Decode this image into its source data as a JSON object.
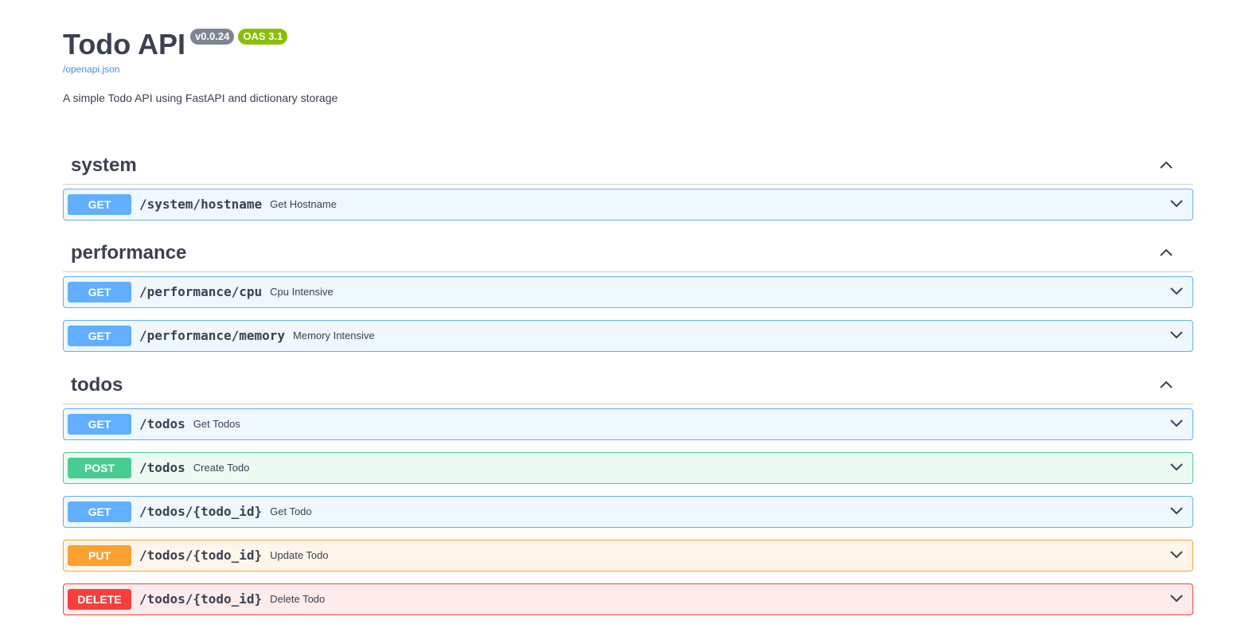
{
  "header": {
    "title": "Todo API",
    "version_badge": "v0.0.24",
    "oas_badge": "OAS 3.1",
    "spec_link": "/openapi.json",
    "description": "A simple Todo API using FastAPI and dictionary storage"
  },
  "colors": {
    "get": "#61affe",
    "post": "#49cc90",
    "put": "#fca130",
    "delete": "#f93e3e"
  },
  "tags": [
    {
      "name": "system",
      "operations": [
        {
          "method": "GET",
          "path": "/system/hostname",
          "summary": "Get Hostname"
        }
      ]
    },
    {
      "name": "performance",
      "operations": [
        {
          "method": "GET",
          "path": "/performance/cpu",
          "summary": "Cpu Intensive"
        },
        {
          "method": "GET",
          "path": "/performance/memory",
          "summary": "Memory Intensive"
        }
      ]
    },
    {
      "name": "todos",
      "operations": [
        {
          "method": "GET",
          "path": "/todos",
          "summary": "Get Todos"
        },
        {
          "method": "POST",
          "path": "/todos",
          "summary": "Create Todo"
        },
        {
          "method": "GET",
          "path": "/todos/{todo_id}",
          "summary": "Get Todo"
        },
        {
          "method": "PUT",
          "path": "/todos/{todo_id}",
          "summary": "Update Todo"
        },
        {
          "method": "DELETE",
          "path": "/todos/{todo_id}",
          "summary": "Delete Todo"
        }
      ]
    }
  ]
}
